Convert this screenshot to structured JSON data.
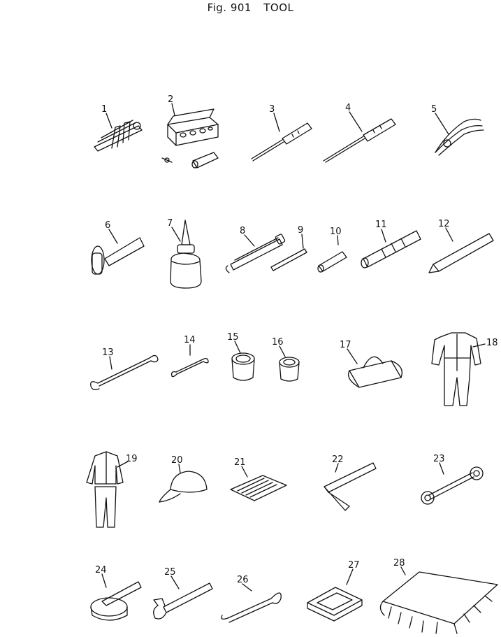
{
  "figure": {
    "label": "Fig. 901",
    "name": "TOOL"
  },
  "callouts": [
    "1",
    "2",
    "3",
    "4",
    "5",
    "6",
    "7",
    "8",
    "9",
    "10",
    "11",
    "12",
    "13",
    "14",
    "15",
    "16",
    "17",
    "18",
    "19",
    "20",
    "21",
    "22",
    "23",
    "24",
    "25",
    "26",
    "27",
    "28"
  ]
}
